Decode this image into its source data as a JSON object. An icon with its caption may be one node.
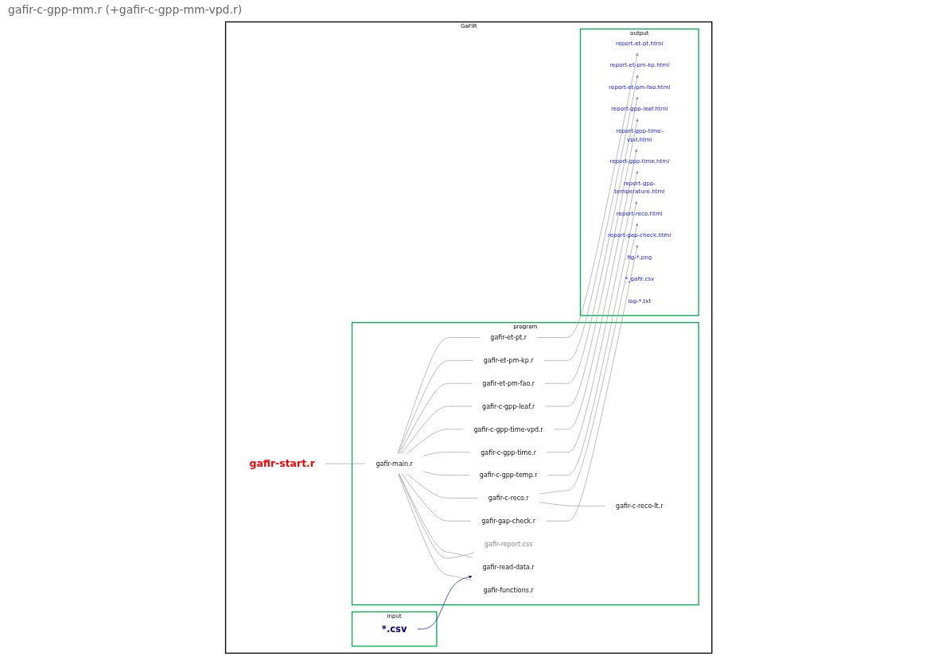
{
  "diagram": {
    "nodes": [
      {
        "text": [
          "GaFiR"
        ]
      },
      {
        "text": [
          "gafir-start.r"
        ],
        "in": 0
      },
      {
        "text": [
          "input"
        ],
        "in": 0
      },
      {
        "text": [
          "*.csv"
        ],
        "in": 2
      },
      {
        "text": [
          "program"
        ],
        "in": 0
      },
      {
        "text": [
          "gafir-main.r"
        ],
        "in": 4
      },
      {
        "text": [
          "gafir-functions.r"
        ],
        "in": 4
      },
      {
        "text": [
          "gafir-report.css"
        ],
        "in": 4
      },
      {
        "text": [
          "gafir-read-data.r"
        ],
        "in": 4
      },
      {
        "text": [
          "gafir-gap-check.r"
        ],
        "in": 4
      },
      {
        "text": [
          "gafir-c-reco.r"
        ],
        "in": 4
      },
      {
        "text": [
          "gafir-c-reco-lt.r"
        ],
        "in": 4
      },
      {
        "text": [
          "gafir-c-gpp-temp.r"
        ],
        "in": 4
      },
      {
        "text": [
          "gafir-c-gpp-time.r"
        ],
        "in": 4
      },
      {
        "text": [
          "gafir-c-gpp-time-vpd.r"
        ],
        "in": 4
      },
      {
        "text": [
          "gafir-c-gpp-leaf.r"
        ],
        "in": 4
      },
      {
        "text": [
          "gafir-et-pm-fao.r"
        ],
        "in": 4
      },
      {
        "text": [
          "gafir-et-pm-kp.r"
        ],
        "in": 4
      },
      {
        "text": [
          "gafir-et-pt.r"
        ],
        "in": 4
      },
      {
        "text": [
          "output"
        ],
        "in": 0
      },
      {
        "text": [
          "report-gap-check.html"
        ],
        "in": 19
      },
      {
        "text": [
          "report-reco.html"
        ],
        "in": 19
      },
      {
        "text": [
          "report-gpp-temperature.html"
        ],
        "in": 19
      },
      {
        "text": [
          "report-gpp-time.html"
        ],
        "in": 19
      },
      {
        "text": [
          "report-gpp-time-vpd.html"
        ],
        "in": 19
      },
      {
        "text": [
          "report-gpp-leaf.html"
        ],
        "in": 19
      },
      {
        "text": [
          "report-et-pm-fao.html"
        ],
        "in": 19
      },
      {
        "text": [
          "report-et-pm-kp.html"
        ],
        "in": 19
      },
      {
        "text": [
          "report-et-pt.html"
        ],
        "in": 19
      },
      {
        "text": [
          "fig-*.png"
        ],
        "in": 19
      },
      {
        "text": [
          "*_gafir.csv"
        ],
        "in": 19
      },
      {
        "text": [
          "log-*.txt"
        ],
        "in": 19
      }
    ],
    "edges": [
      {
        "from": 1,
        "to": 5,
        "arrow": "none"
      },
      {
        "from": 5,
        "to": 6,
        "arrow": "none"
      },
      {
        "from": 5,
        "to": 7,
        "arrow": "none"
      },
      {
        "from": 5,
        "to": 8,
        "arrow": "none"
      },
      {
        "from": 5,
        "to": 9,
        "arrow": "none"
      },
      {
        "from": 5,
        "to": 10,
        "arrow": "none"
      },
      {
        "from": 10,
        "to": 11,
        "arrow": "none"
      },
      {
        "from": 5,
        "to": 12,
        "arrow": "none"
      },
      {
        "from": 5,
        "to": 13,
        "arrow": "none"
      },
      {
        "from": 5,
        "to": 14,
        "arrow": "none"
      },
      {
        "from": 5,
        "to": 15,
        "arrow": "none"
      },
      {
        "from": 5,
        "to": 16,
        "arrow": "none"
      },
      {
        "from": 5,
        "to": 17,
        "arrow": "none"
      },
      {
        "from": 5,
        "to": 18,
        "arrow": "none"
      },
      {
        "from": 3,
        "to": 8,
        "arrow": "to",
        "color": "#000080"
      },
      {
        "from": 9,
        "to": 20,
        "arrow": "to"
      },
      {
        "from": 10,
        "to": 21,
        "arrow": "to"
      },
      {
        "from": 12,
        "to": 22,
        "arrow": "to"
      },
      {
        "from": 13,
        "to": 23,
        "arrow": "to"
      },
      {
        "from": 14,
        "to": 24,
        "arrow": "to"
      },
      {
        "from": 15,
        "to": 25,
        "arrow": "to"
      },
      {
        "from": 16,
        "to": 26,
        "arrow": "to"
      },
      {
        "from": 17,
        "to": 27,
        "arrow": "to"
      },
      {
        "from": 18,
        "to": 28,
        "arrow": "to"
      }
    ],
    "labels": [
      "gafir-c-gpp-mm.r (+gafir-c-gpp-mm-vpd.r)"
    ]
  }
}
